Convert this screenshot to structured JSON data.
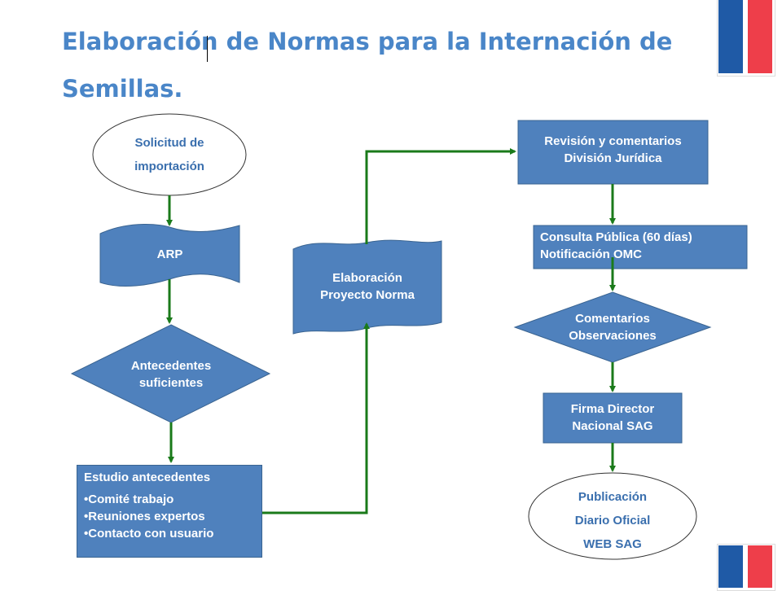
{
  "title": {
    "line1": "Elaboración de Normas para la Internación de",
    "line2": "Semillas."
  },
  "flag": {
    "colors": {
      "blue": "#1f5aa6",
      "white": "#ffffff",
      "red": "#ee3e4a"
    }
  },
  "colors": {
    "box_fill": "#4f81bd",
    "arrow": "#1a7a1a",
    "title": "#4a86c8"
  },
  "nodes": {
    "solicitud": {
      "line1": "Solicitud de",
      "line2": "importación"
    },
    "arp": {
      "label": "ARP"
    },
    "antecedentes": {
      "line1": "Antecedentes",
      "line2": "suficientes"
    },
    "estudio": {
      "title": "Estudio antecedentes",
      "items": [
        "Comité trabajo",
        "Reuniones expertos",
        "Contacto con usuario"
      ]
    },
    "elaboracion": {
      "line1": "Elaboración",
      "line2": "Proyecto Norma"
    },
    "revision": {
      "line1": "Revisión y comentarios",
      "line2": "División Jurídica"
    },
    "consulta": {
      "line1": "Consulta Pública (60 días)",
      "line2": "Notificación OMC"
    },
    "comentarios": {
      "line1": "Comentarios",
      "line2": "Observaciones"
    },
    "firma": {
      "line1": "Firma Director",
      "line2": "Nacional SAG"
    },
    "publicacion": {
      "line1": "Publicación",
      "line2": "Diario Oficial",
      "line3": "WEB SAG"
    }
  }
}
